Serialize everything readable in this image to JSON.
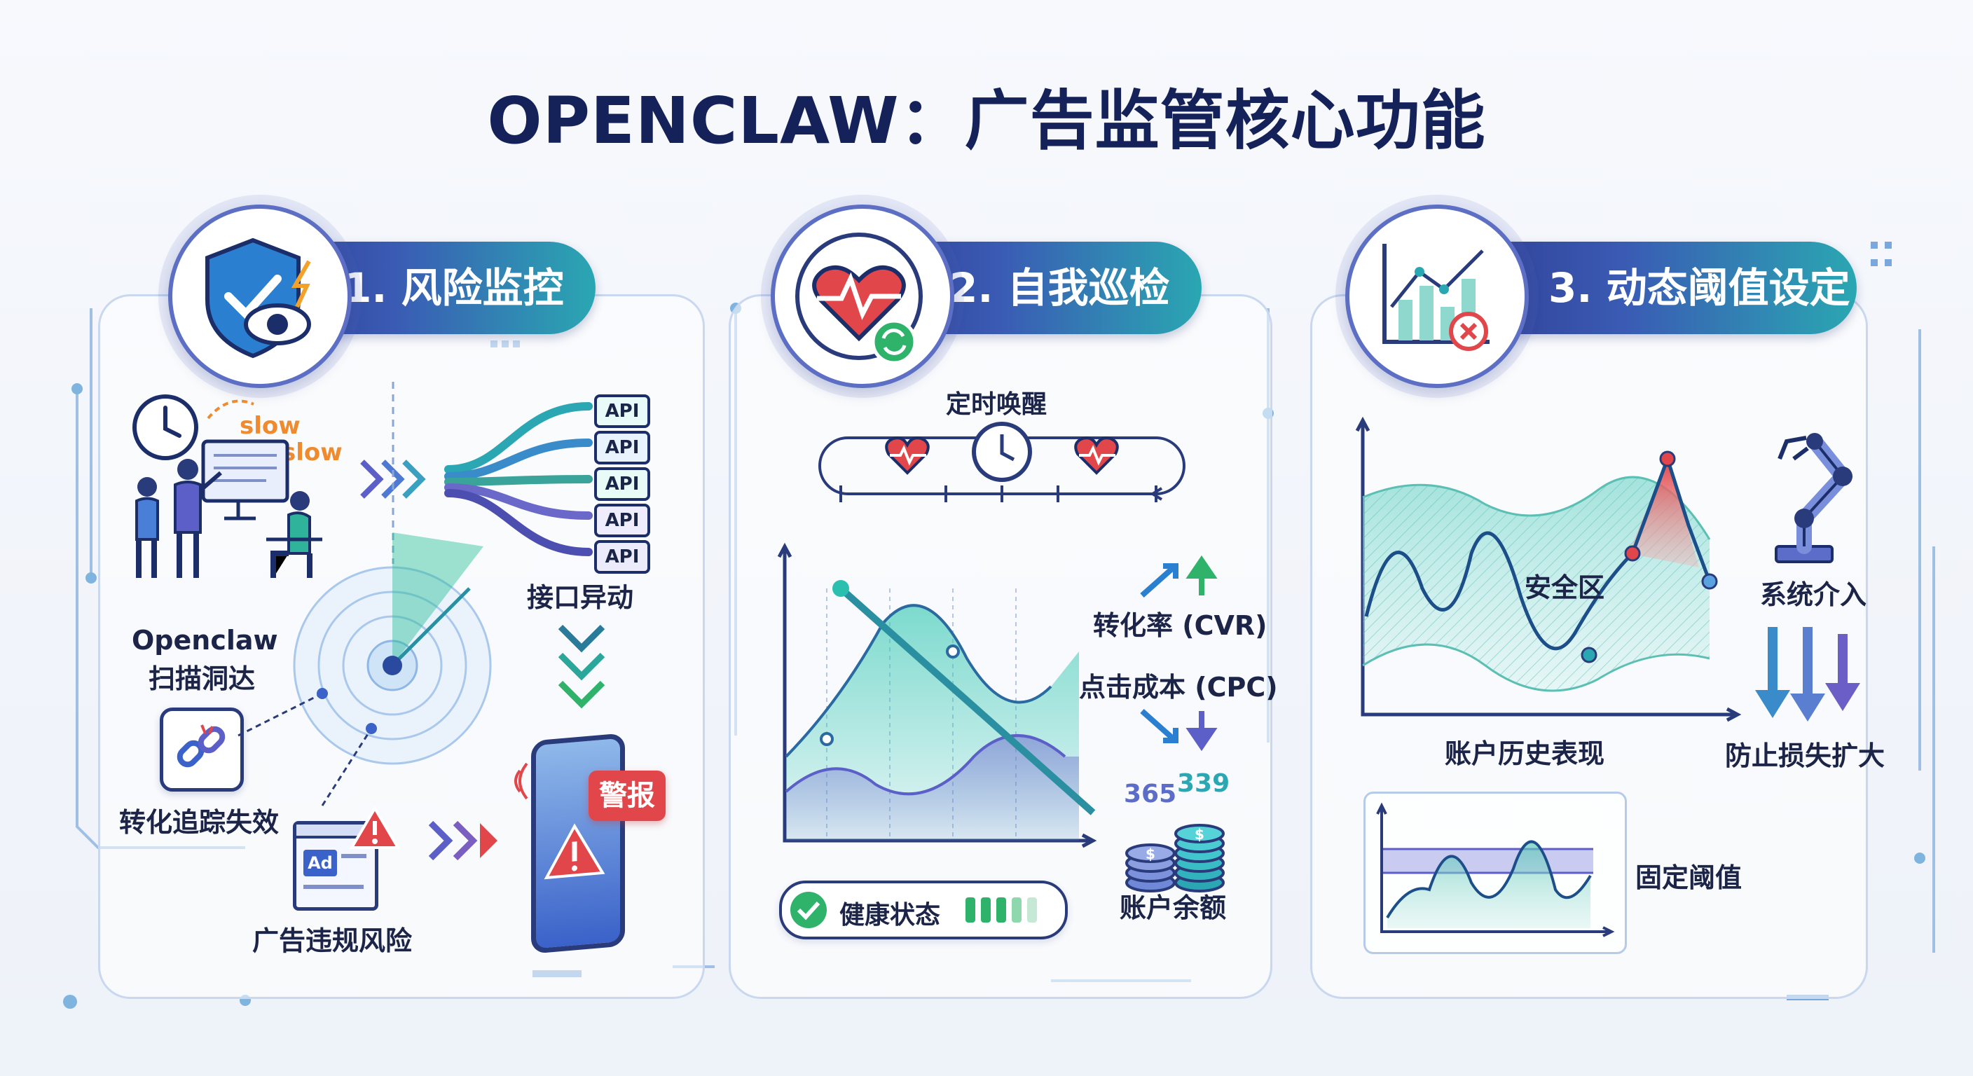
{
  "title": "OPENCLAW：广告监管核心功能",
  "sections": {
    "risk": {
      "heading": "1. 风险监控",
      "slow_1": "slow",
      "slow_2": "slow",
      "api_labels": [
        "API",
        "API",
        "API",
        "API",
        "API"
      ],
      "interface_change": "接口异动",
      "radar_label_1": "Openclaw",
      "radar_label_2": "扫描洞达",
      "tracking_failure": "转化追踪失效",
      "ad_icon_text": "Ad",
      "ad_violation": "广告违规风险",
      "alert": "警报"
    },
    "inspection": {
      "heading": "2. 自我巡检",
      "scheduled_wake": "定时唤醒",
      "cvr_label": "转化率 (CVR)",
      "cpc_label": "点击成本 (CPC)",
      "coin_value_1": "365",
      "coin_value_2": "339",
      "balance_label": "账户余额",
      "health_status": "健康状态"
    },
    "threshold": {
      "heading": "3. 动态阈值设定",
      "safe_zone": "安全区",
      "system_intervene": "系统介入",
      "history_label": "账户历史表现",
      "stop_loss": "防止损失扩大",
      "fixed_threshold": "固定阈值"
    }
  },
  "colors": {
    "navy": "#15225a",
    "teal": "#2aa7b2",
    "purple": "#5b5fc7",
    "red": "#e0464a",
    "green": "#2fb36b",
    "panel_border": "#c9d8ee"
  },
  "icons": [
    "shield-eye-icon",
    "heart-refresh-icon",
    "chart-error-icon",
    "clock-icon",
    "chain-broken-icon",
    "ad-warning-icon",
    "phone-alert-icon",
    "coin-stack-icon",
    "robot-arm-icon",
    "check-circle-icon",
    "heart-icon"
  ]
}
